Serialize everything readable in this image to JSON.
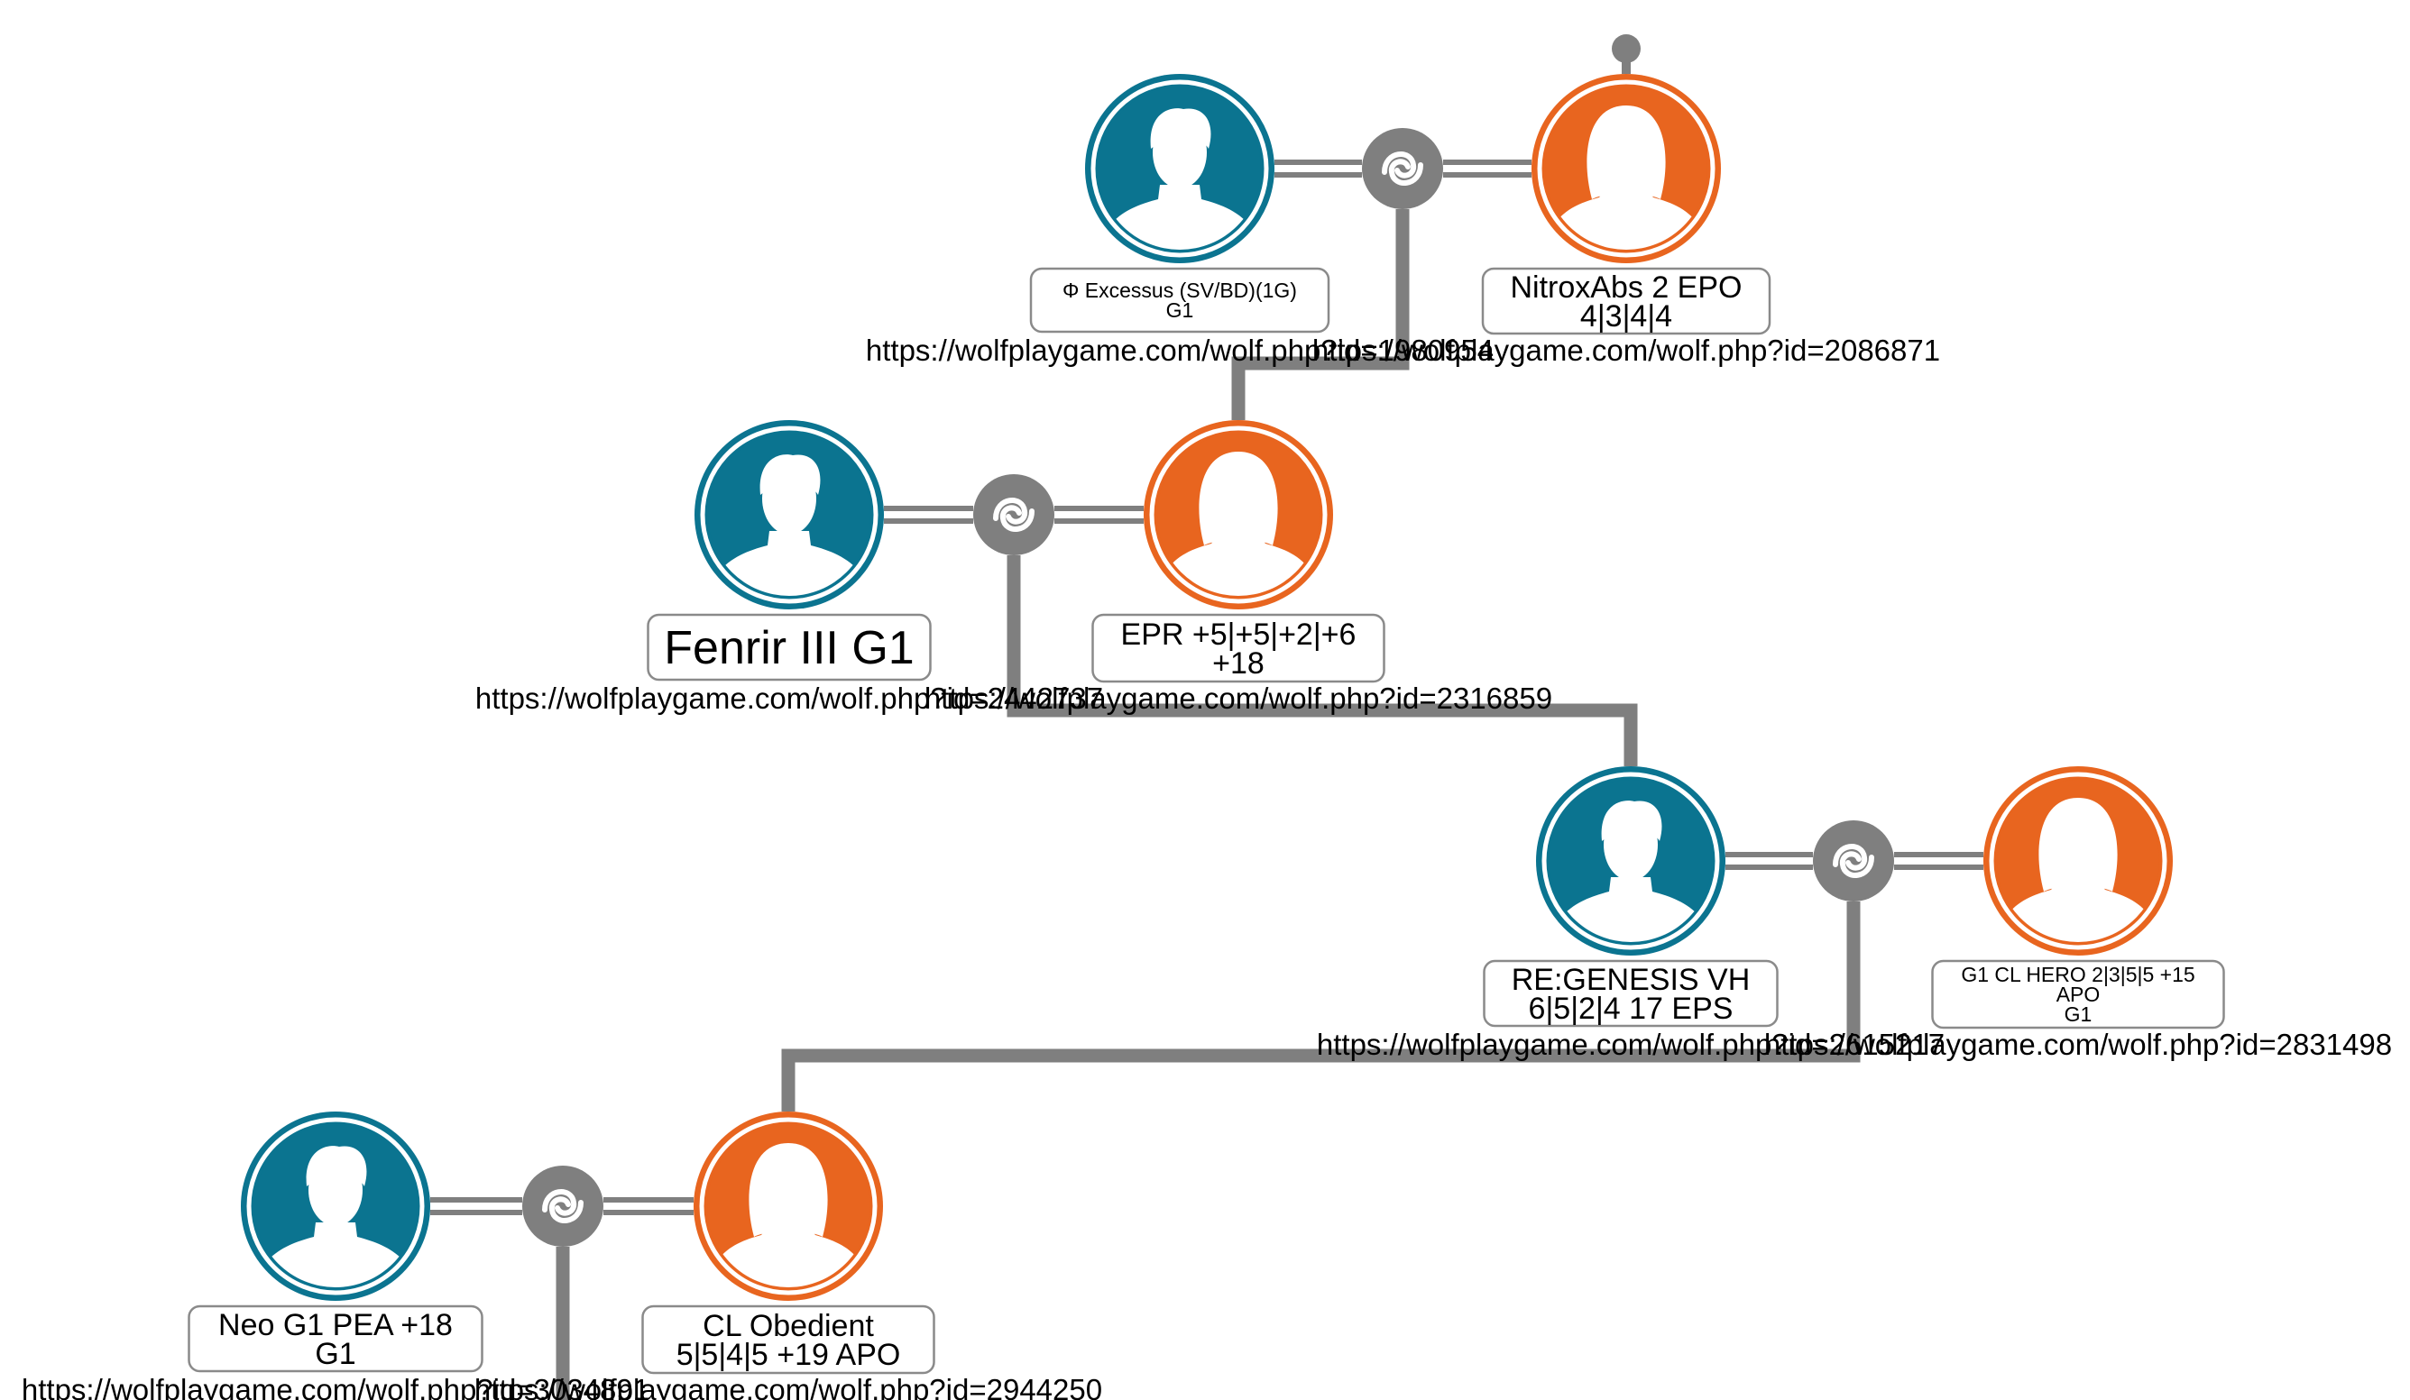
{
  "colors": {
    "male": "#0b7490",
    "female": "#e8651f",
    "connector": "#7f7f7f",
    "label_border": "#8a8a8a",
    "icon_fill": "#ffffff"
  },
  "icons": {
    "male": "male-avatar-icon",
    "female": "female-avatar-icon",
    "pair": "pair-swirl-icon",
    "root": "root-node-dot"
  },
  "pairs": [
    {
      "id": "pair-1",
      "sire": {
        "lines": [
          "Φ Excessus (SV/BD)(1G)",
          "G1"
        ],
        "url": "https://wolfplaygame.com/wolf.php?id=1980954"
      },
      "dam": {
        "lines": [
          "NitroxAbs 2 EPO",
          "4|3|4|4"
        ],
        "url": "https://wolfplaygame.com/wolf.php?id=2086871"
      }
    },
    {
      "id": "pair-2",
      "sire": {
        "lines": [
          "Fenrir III G1"
        ],
        "url": "https://wolfplaygame.com/wolf.php?id=2442737"
      },
      "dam": {
        "lines": [
          "EPR +5|+5|+2|+6",
          "+18"
        ],
        "url": "https://wolfplaygame.com/wolf.php?id=2316859"
      }
    },
    {
      "id": "pair-3",
      "sire": {
        "lines": [
          "RE:GENESIS VH",
          "6|5|2|4 17 EPS"
        ],
        "url": "https://wolfplaygame.com/wolf.php?id=2615217"
      },
      "dam": {
        "lines": [
          "G1 CL HERO 2|3|5|5 +15",
          "APO",
          "G1"
        ],
        "url": "https://wolfplaygame.com/wolf.php?id=2831498"
      }
    },
    {
      "id": "pair-4",
      "sire": {
        "lines": [
          "Neo G1 PEA +18",
          "G1"
        ],
        "url": "https://wolfplaygame.com/wolf.php?id=3034891"
      },
      "dam": {
        "lines": [
          "CL Obedient",
          "5|5|4|5 +19 APO"
        ],
        "url": "https://wolfplaygame.com/wolf.php?id=2944250"
      }
    }
  ]
}
